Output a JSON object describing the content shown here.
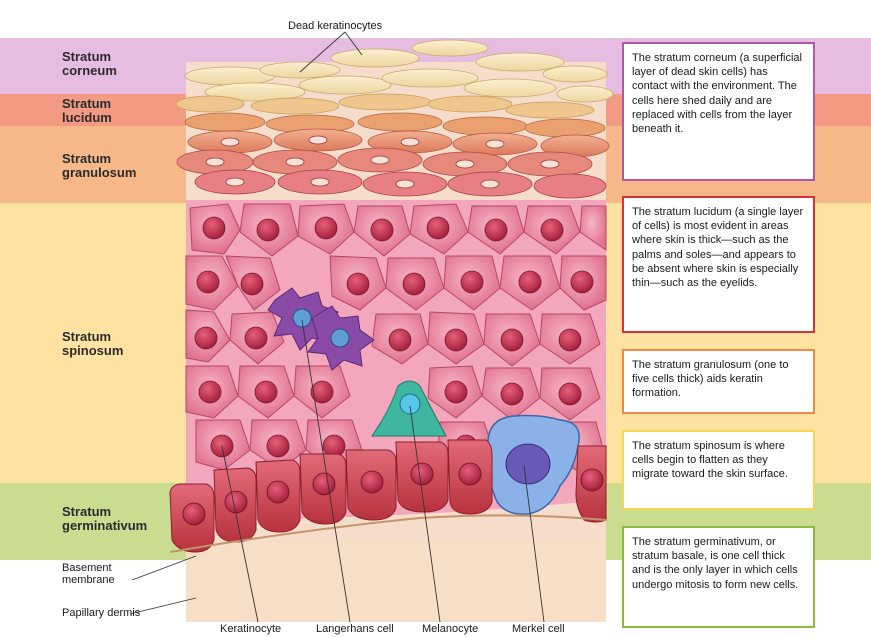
{
  "layers": {
    "corneum": "Stratum\ncorneum",
    "lucidum": "Stratum\nlucidum",
    "granulosum": "Stratum\ngranulosum",
    "spinosum": "Stratum\nspinosum",
    "germinativum": "Stratum\ngerminativum"
  },
  "colors": {
    "corneum_band": "#e6bde0",
    "lucidum_band": "#f29a82",
    "granulosum_band": "#f6b889",
    "spinosum_band": "#fde2a2",
    "germinativum_band": "#c9dc8f",
    "corneum_border": "#b356a8",
    "lucidum_border": "#d8303a",
    "granulosum_border": "#f08a40",
    "spinosum_border": "#f7d655",
    "germinativum_border": "#8dbb3f"
  },
  "labels": {
    "dead_keratinocytes": "Dead keratinocytes",
    "basement_membrane": "Basement\nmembrane",
    "papillary_dermis": "Papillary dermis",
    "keratinocyte": "Keratinocyte",
    "langerhans_cell": "Langerhans cell",
    "melanocyte": "Melanocyte",
    "merkel_cell": "Merkel cell"
  },
  "descriptions": {
    "corneum": "The stratum corneum (a superficial layer of dead skin cells) has contact with the environment. The cells here shed daily and are replaced with cells from the layer beneath it.",
    "lucidum": "The stratum lucidum (a single layer of cells) is most evident in areas where skin is thick—such as the palms and soles—and appears to be absent where skin is especially thin—such as the eyelids.",
    "granulosum": "The stratum granulosum (one to five cells thick) aids keratin formation.",
    "spinosum": "The stratum spinosum is where cells begin to flatten as they migrate toward the skin surface.",
    "germinativum": "The stratum germinativum, or stratum basale, is one cell thick and is the only layer in which cells undergo mitosis to form new cells."
  }
}
